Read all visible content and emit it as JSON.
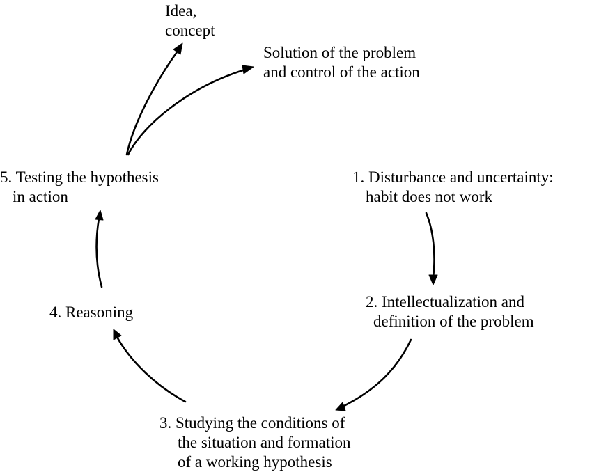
{
  "idea": {
    "line1": "Idea,",
    "line2": "concept"
  },
  "solution": {
    "line1": "Solution of the problem",
    "line2": "and control of the action"
  },
  "step1": {
    "line1": "1. Disturbance and uncertainty:",
    "line2": "habit does not work"
  },
  "step2": {
    "line1": "2. Intellectualization and",
    "line2": "definition of the problem"
  },
  "step3": {
    "line1": "3. Studying the conditions of",
    "line2": "the situation and formation",
    "line3": "of a working hypothesis"
  },
  "step4": {
    "line1": "4. Reasoning"
  },
  "step5": {
    "line1": "5.  Testing the hypothesis",
    "line2": "in action"
  }
}
